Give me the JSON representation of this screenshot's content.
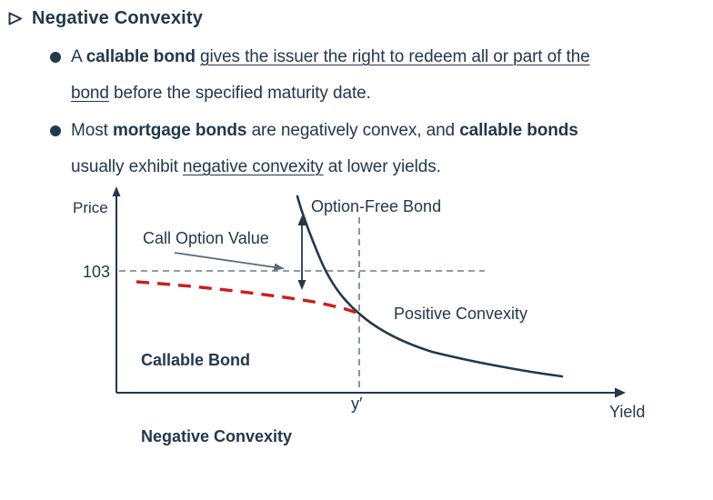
{
  "colors": {
    "navy": "#22384d",
    "red": "#ce1c1c",
    "grid": "#6e7b89",
    "arrow": "#5b6b7b"
  },
  "title": {
    "text": "Negative Convexity"
  },
  "bullets": [
    {
      "lines": [
        [
          {
            "t": "A "
          },
          {
            "t": "callable bond",
            "bold": true
          },
          {
            "t": " "
          },
          {
            "t": "gives the issuer the right to redeem all or part of the",
            "underline": true
          }
        ],
        [
          {
            "t": "bond",
            "underline": true
          },
          {
            "t": " before the specified maturity date."
          }
        ]
      ]
    },
    {
      "lines": [
        [
          {
            "t": "Most "
          },
          {
            "t": "mortgage bonds",
            "bold": true
          },
          {
            "t": " are negatively convex, and "
          },
          {
            "t": "callable bonds",
            "bold": true
          }
        ],
        [
          {
            "t": "usually exhibit "
          },
          {
            "t": "negative convexity",
            "underline": true
          },
          {
            "t": " at lower yields."
          }
        ]
      ]
    }
  ],
  "chart": {
    "price_axis_label": "Price",
    "yield_axis_label": "Yield",
    "price_tick": "103",
    "yield_tick": "y′",
    "option_free_label": "Option-Free Bond",
    "call_option_label": "Call Option Value",
    "callable_label_line1": "Callable Bond",
    "callable_label_line2": "Negative Convexity",
    "positive_label": "Positive Convexity"
  },
  "chart_data": {
    "type": "line",
    "title": "",
    "xlabel": "Yield",
    "ylabel": "Price",
    "x_ticks": [
      "y′"
    ],
    "y_ticks": [
      103
    ],
    "call_price": 103,
    "legend_position": "inline-annotations",
    "grid": false,
    "series": [
      {
        "name": "Option-Free Bond",
        "style": "solid",
        "color": "#22384d",
        "shape": "convex decreasing price-yield curve, steep at low yields, flattening at high yields",
        "points_rel": [
          [
            0.55,
            1.0
          ],
          [
            0.58,
            0.82
          ],
          [
            0.63,
            0.62
          ],
          [
            0.67,
            0.5
          ],
          [
            0.74,
            0.4
          ],
          [
            0.85,
            0.28
          ],
          [
            1.0,
            0.17
          ],
          [
            1.2,
            0.09
          ],
          [
            1.45,
            0.04
          ],
          [
            1.75,
            0.0
          ]
        ]
      },
      {
        "name": "Callable Bond Negative Convexity",
        "style": "dashed",
        "color": "#ce1c1c",
        "shape": "concave (negatively convex) curve capped just below call price 103 at yields below y′, merging with option-free curve at y′",
        "points_rel": [
          [
            0.0,
            0.57
          ],
          [
            0.2,
            0.55
          ],
          [
            0.4,
            0.52
          ],
          [
            0.55,
            0.48
          ],
          [
            0.65,
            0.44
          ],
          [
            0.74,
            0.4
          ]
        ]
      }
    ],
    "annotations": [
      "Call Option Value (gap between curves at call price)",
      "Positive Convexity (right of y′)"
    ]
  }
}
